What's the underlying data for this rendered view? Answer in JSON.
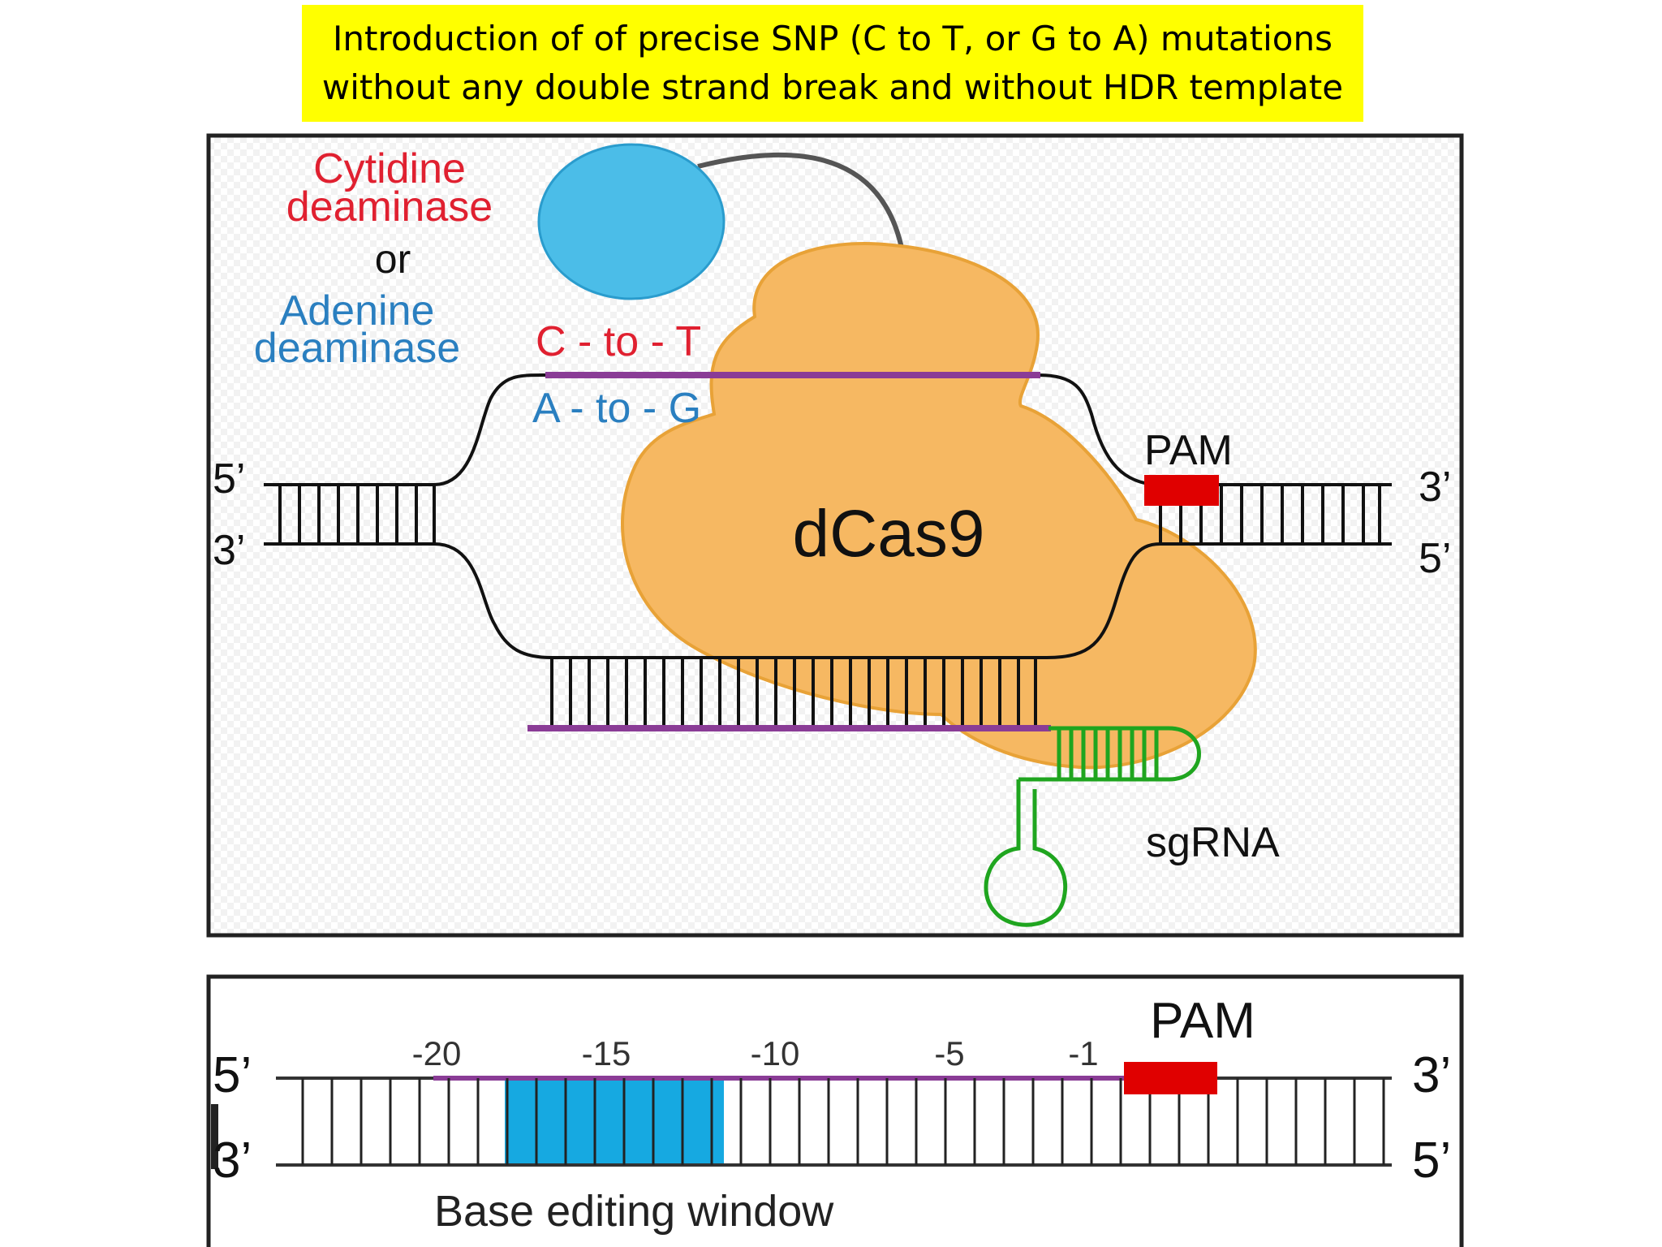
{
  "title": {
    "line1": "Introduction of of precise SNP (C to T, or G to A) mutations",
    "line2": "without any double strand break and without HDR template"
  },
  "top_panel": {
    "cytidine_line1": "Cytidine",
    "cytidine_line2": "deaminase",
    "or": "or",
    "adenine_line1": "Adenine",
    "adenine_line2": "deaminase",
    "c_to_t": "C - to - T",
    "a_to_g": "A - to - G",
    "dcas9": "dCas9",
    "pam": "PAM",
    "sgrna": "sgRNA",
    "left_top_end": "5’",
    "left_bottom_end": "3’",
    "right_top_end": "3’",
    "right_bottom_end": "5’"
  },
  "bottom_panel": {
    "pam": "PAM",
    "positions": [
      "-20",
      "-15",
      "-10",
      "-5",
      "-1"
    ],
    "window_label": "Base editing window",
    "left_top_end": "5’",
    "left_bottom_end": "3’",
    "right_top_end": "3’",
    "right_bottom_end": "5’"
  },
  "colors": {
    "title_bg": "#ffff00",
    "cytidine": "#e02030",
    "adenine": "#2a7fc0",
    "dcas9": "#f6b862",
    "deaminase": "#4bbde8",
    "guide_strand": "#8a3c96",
    "sgrna": "#1fa51f",
    "pam": "#e00000",
    "editing_window": "#16a9e1"
  }
}
